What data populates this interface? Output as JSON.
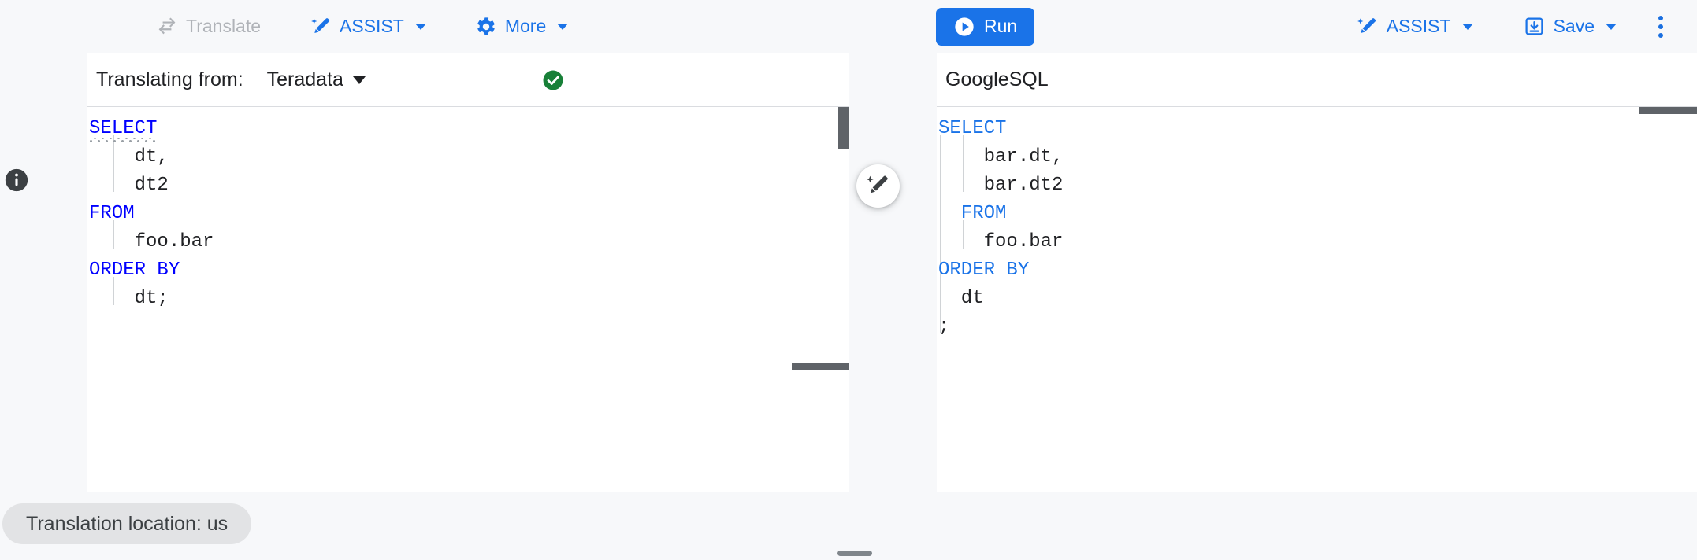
{
  "toolbar": {
    "left": [
      {
        "name": "translate",
        "label": "Translate",
        "icon": "translate-swap-icon",
        "disabled": true,
        "caret": false
      },
      {
        "name": "assist",
        "label": "ASSIST",
        "icon": "magic-wand-icon",
        "disabled": false,
        "caret": true
      },
      {
        "name": "more",
        "label": "More",
        "icon": "gear-icon",
        "disabled": false,
        "caret": true
      }
    ],
    "right": {
      "run_label": "Run",
      "assist_label": "ASSIST",
      "save_label": "Save",
      "more_options": "more-options-icon"
    }
  },
  "source_panel": {
    "header_label": "Translating from:",
    "dialect": "Teradata",
    "status_icon": "check-circle-icon",
    "status_color": "#188038",
    "info_icon": "info-icon",
    "lines": [
      {
        "n": "1",
        "text": "SELECT",
        "kw": true,
        "squiggle": true
      },
      {
        "n": "2",
        "text": "    dt,",
        "kw": false,
        "squiggle": false
      },
      {
        "n": "3",
        "text": "    dt2",
        "kw": false,
        "squiggle": false
      },
      {
        "n": "4",
        "text": "FROM",
        "kw": true,
        "squiggle": false
      },
      {
        "n": "5",
        "text": "    foo.bar",
        "kw": false,
        "squiggle": false
      },
      {
        "n": "6",
        "text": "ORDER BY",
        "kw": true,
        "squiggle": false
      },
      {
        "n": "7",
        "text": "    dt;",
        "kw": false,
        "squiggle": false
      },
      {
        "n": "8",
        "text": "",
        "kw": false,
        "squiggle": false
      }
    ]
  },
  "target_panel": {
    "header_label": "GoogleSQL",
    "assist_fab": "magic-wand-icon",
    "lines": [
      {
        "n": "1",
        "text": "SELECT",
        "kw": true
      },
      {
        "n": "2",
        "text": "    bar.dt,",
        "kw": false
      },
      {
        "n": "3",
        "text": "    bar.dt2",
        "kw": false
      },
      {
        "n": "4",
        "text": "  FROM",
        "kw": true
      },
      {
        "n": "5",
        "text": "    foo.bar",
        "kw": false
      },
      {
        "n": "6",
        "text": "ORDER BY",
        "kw": true
      },
      {
        "n": "7",
        "text": "  dt",
        "kw": false
      },
      {
        "n": "8",
        "text": ";",
        "kw": false
      },
      {
        "n": "9",
        "text": "",
        "kw": false
      }
    ]
  },
  "footer": {
    "location_chip": "Translation location: us",
    "grabber": "resize-grabber"
  },
  "colors": {
    "accent": "#1a73e8",
    "keyword_source": "#0000ff",
    "keyword_target": "#1a73e8",
    "success": "#188038",
    "surface": "#f7f8fa"
  }
}
